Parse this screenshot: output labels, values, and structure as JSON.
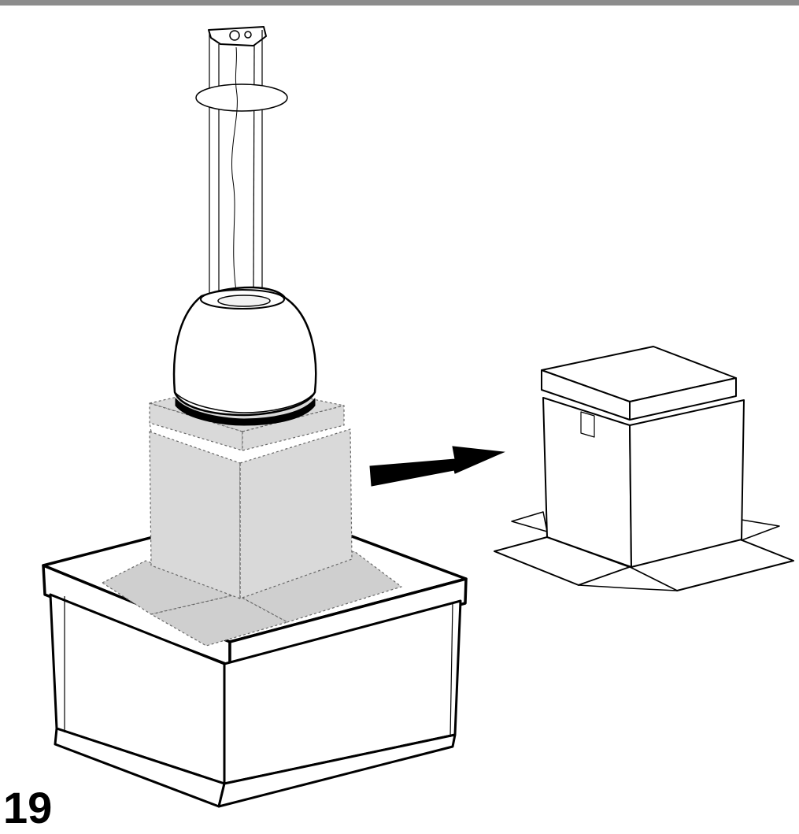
{
  "step": {
    "number": "19"
  },
  "colors": {
    "top_bar": "#8c8c8c",
    "ink": "#000000",
    "paper": "#ffffff",
    "ghost_box": "#d9d9d9",
    "ghost_shadow": "#cfcfcf",
    "shade": "#f2f2f2"
  },
  "figure": {
    "components": [
      "ceiling-bracket",
      "ceiling-canopy",
      "suspension-cables",
      "pendant-lamp-shade",
      "packaging-box-being-removed",
      "base-box",
      "removed-packaging-box",
      "direction-arrow"
    ]
  }
}
